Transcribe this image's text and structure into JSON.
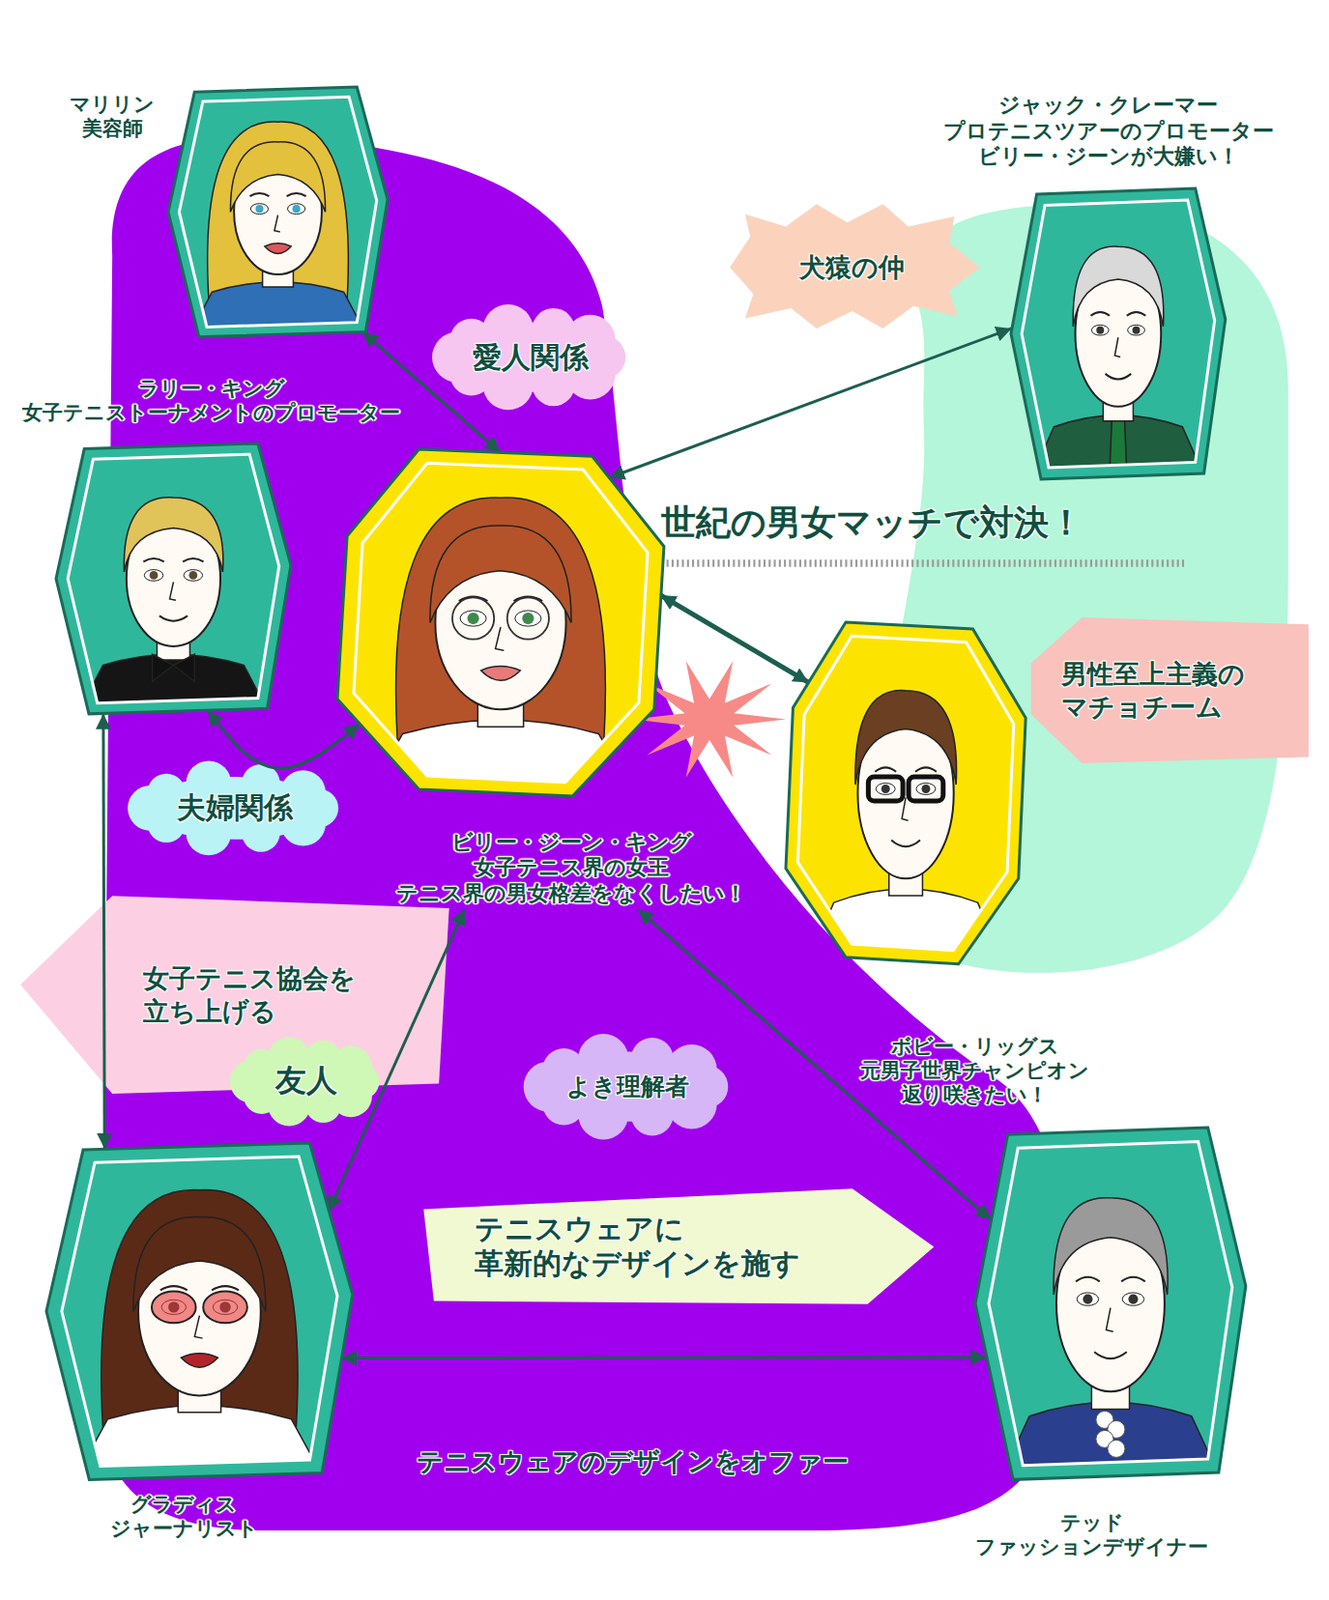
{
  "diagram": {
    "nodes": [
      {
        "text": [
          "マリリン 美容師"
        ]
      },
      {
        "text": [
          "ジャック・クレーマー プロテニスツアーのプロモーター ビリー・ジーンが大嫌い！"
        ]
      },
      {
        "text": [
          "ラリー・キング 女子テニストーナメントのプロモーター"
        ]
      },
      {
        "text": [
          "ビリー・ジーン・キング 女子テニス界の女王 テニス界の男女格差をなくしたい！"
        ]
      },
      {
        "text": [
          "ボビー・リッグス 元男子世界チャンピオン 返り咲きたい！"
        ]
      },
      {
        "text": [
          "グラディス ジャーナリスト"
        ]
      },
      {
        "text": [
          "テッド ファッションデザイナー"
        ]
      }
    ],
    "edges": [
      {
        "from": 0,
        "to": 3,
        "label": "愛人関係",
        "arrow": "both"
      },
      {
        "from": 1,
        "to": 3,
        "label": "犬猿の仲",
        "arrow": "both"
      },
      {
        "from": 3,
        "to": 4,
        "label": "世紀の男女マッチで対決！",
        "arrow": "both"
      },
      {
        "from": 2,
        "to": 3,
        "label": "夫婦関係",
        "arrow": "both"
      },
      {
        "from": 2,
        "to": 5,
        "label": "女子テニス協会を 立ち上げる",
        "arrow": "both"
      },
      {
        "from": 3,
        "to": 5,
        "label": "友人",
        "arrow": "both"
      },
      {
        "from": 3,
        "to": 6,
        "label": "よき理解者",
        "arrow": "both"
      },
      {
        "from": 5,
        "to": 6,
        "label": "テニスウェアのデザインをオファー",
        "arrow": "both"
      }
    ],
    "labels": [
      "男性至上主義の マチョチーム",
      "テニスウェアに 革新的なデザインを施す"
    ]
  }
}
